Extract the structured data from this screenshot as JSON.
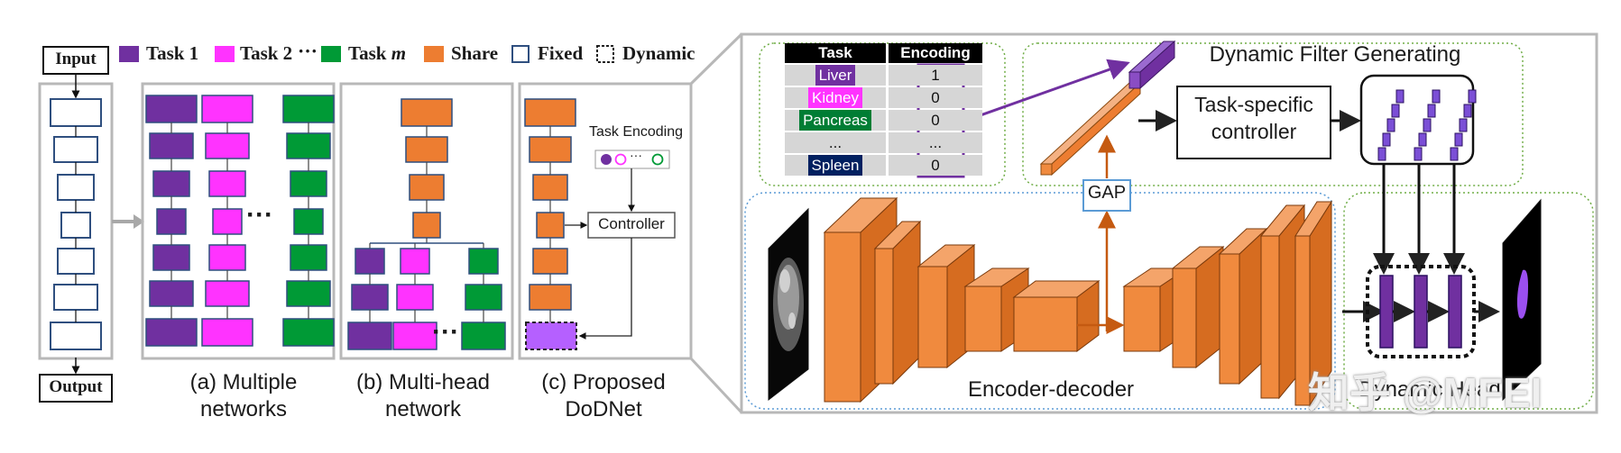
{
  "colors": {
    "task1": "#7030a0",
    "task2": "#ff33ff",
    "taskm": "#009a36",
    "share": "#ed7d31",
    "outline": "#2f4f7f",
    "panel_border": "#b8b8b8",
    "arrow": "#a8a8a8",
    "dotted_green": "#70ad47",
    "dotted_blue": "#5b9bd5",
    "liver_bg": "#7030a0",
    "kidney_bg": "#ff33ff",
    "pancreas_bg": "#007d34",
    "spleen_bg": "#002060",
    "table_header_bg": "#000000",
    "table_row_bg": "#d6d6d6",
    "gap_border": "#5b9bd5",
    "gap_arrow": "#c55a11"
  },
  "legend": {
    "items": [
      {
        "label": "Task 1",
        "swatch": "task1"
      },
      {
        "label": "Task 2",
        "swatch": "task2"
      },
      {
        "label": "Task m",
        "swatch": "taskm"
      },
      {
        "label": "Share",
        "swatch": "share"
      },
      {
        "label": "Fixed",
        "swatch": "fixed"
      },
      {
        "label": "Dynamic",
        "swatch": "dynamic"
      }
    ],
    "ellipsis": "···"
  },
  "left_panel": {
    "input": "Input",
    "output": "Output"
  },
  "captions": {
    "a": "(a) Multiple\nnetworks",
    "b": "(b) Multi-head\nnetwork",
    "c": "(c) Proposed\nDoDNet"
  },
  "panel_a": {
    "ellipsis": "···"
  },
  "panel_b": {
    "ellipsis": "···"
  },
  "panel_c": {
    "task_encoding": "Task Encoding",
    "controller": "Controller",
    "ellipsis": "···"
  },
  "table": {
    "headers": [
      "Task",
      "Encoding"
    ],
    "rows": [
      {
        "task": "Liver",
        "encoding": "1"
      },
      {
        "task": "Kidney",
        "encoding": "0"
      },
      {
        "task": "Pancreas",
        "encoding": "0"
      },
      {
        "task": "...",
        "encoding": "..."
      },
      {
        "task": "Spleen",
        "encoding": "0"
      }
    ]
  },
  "main": {
    "dynamic_filter_title": "Dynamic Filter Generating",
    "controller": "Task-specific\ncontroller",
    "gap": "GAP",
    "encoder_decoder": "Encoder-decoder",
    "dynamic_head": "Dynamic Head"
  },
  "watermark": "知乎 @MFEI"
}
